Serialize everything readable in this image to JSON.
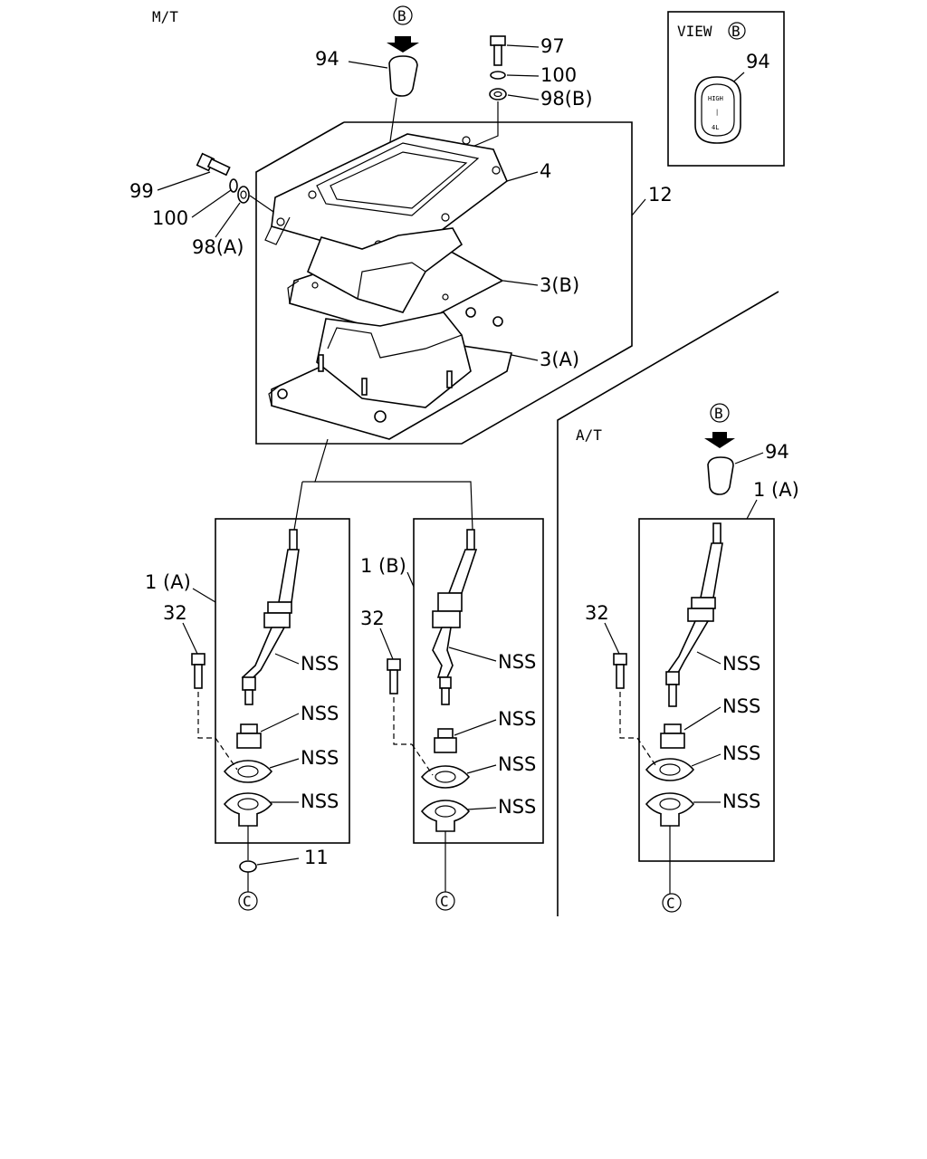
{
  "sections": {
    "mt": "M/T",
    "at": "A/T",
    "view": "VIEW"
  },
  "markers": {
    "b": "B",
    "c": "C"
  },
  "knob_face": {
    "top": "HIGH",
    "mid": "|",
    "bottom": "4L"
  },
  "callouts": {
    "p94": "94",
    "p97": "97",
    "p100": "100",
    "p98b": "98(B)",
    "p99": "99",
    "p98a": "98(A)",
    "p4": "4",
    "p12": "12",
    "p3b": "3(B)",
    "p3a": "3(A)",
    "p1a": "1 (A)",
    "p1b": "1 (B)",
    "p32": "32",
    "nss": "NSS",
    "p11": "11"
  }
}
